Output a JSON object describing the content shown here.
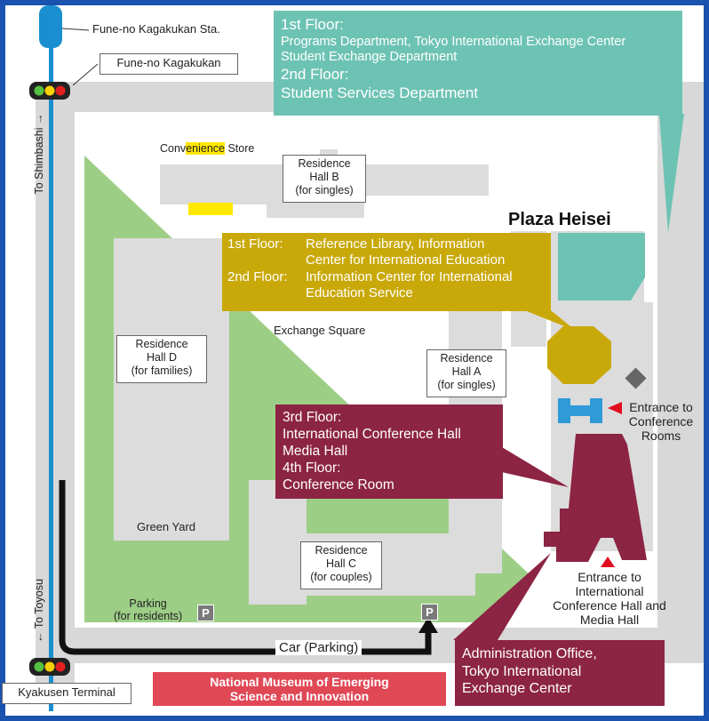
{
  "station": {
    "name": "Fune-no Kagakukan Sta."
  },
  "stop_top": {
    "name": "Fune-no Kagakukan"
  },
  "stop_bottom": {
    "name": "Kyakusen Terminal"
  },
  "directions": {
    "north": "To Shimbashi →",
    "south": "← To Toyosu"
  },
  "callout_top": {
    "lines": [
      "1st Floor:",
      "Programs Department, Tokyo International Exchange Center",
      "Student Exchange Department",
      "2nd Floor:",
      "Student Services Department"
    ]
  },
  "callout_mid": {
    "floor1_label": "1st Floor:",
    "floor1_text": [
      "Reference Library, Information",
      "Center for International Education"
    ],
    "floor2_label": "2nd Floor:",
    "floor2_text": [
      "Information Center for International",
      "Education Service"
    ]
  },
  "callout_conf": {
    "lines": [
      "3rd Floor:",
      "International Conference Hall",
      "Media Hall",
      "4th Floor:",
      "Conference Room"
    ]
  },
  "callout_admin": {
    "lines": [
      "Administration Office,",
      "Tokyo International",
      "Exchange Center"
    ]
  },
  "plaza": {
    "name": "Plaza Heisei"
  },
  "convenience": {
    "prefix": "Conv",
    "highlight": "enience",
    "suffix": " Store"
  },
  "halls": {
    "b": [
      "Residence",
      "Hall B",
      "(for singles)"
    ],
    "d": [
      "Residence",
      "Hall D",
      "(for families)"
    ],
    "a": [
      "Residence",
      "Hall A",
      "(for singles)"
    ],
    "c": [
      "Residence",
      "Hall C",
      "(for couples)"
    ]
  },
  "places": {
    "exchange_square": "Exchange Square",
    "green_yard": "Green Yard",
    "parking_residents": [
      "Parking",
      "(for residents)"
    ],
    "car_parking": "Car (Parking)",
    "parking_symbol": "P",
    "museum": [
      "National Museum of Emerging",
      "Science and Innovation"
    ]
  },
  "entrances": {
    "conference_rooms": [
      "Entrance to",
      "Conference",
      "Rooms"
    ],
    "conference_hall": [
      "Entrance to",
      "International",
      "Conference Hall and",
      "Media Hall"
    ]
  },
  "colors": {
    "frame": "#1a52b0",
    "ground": "#ffffff",
    "road": "#d8d8d8",
    "building": "#dcdcdc",
    "green": "#9dce86",
    "teal": "#6dc3b3",
    "gold": "#c9a90a",
    "maroon": "#8c2443",
    "museum": "#e04856",
    "rail": "#1a8fd0",
    "highlight": "#ffe800"
  }
}
